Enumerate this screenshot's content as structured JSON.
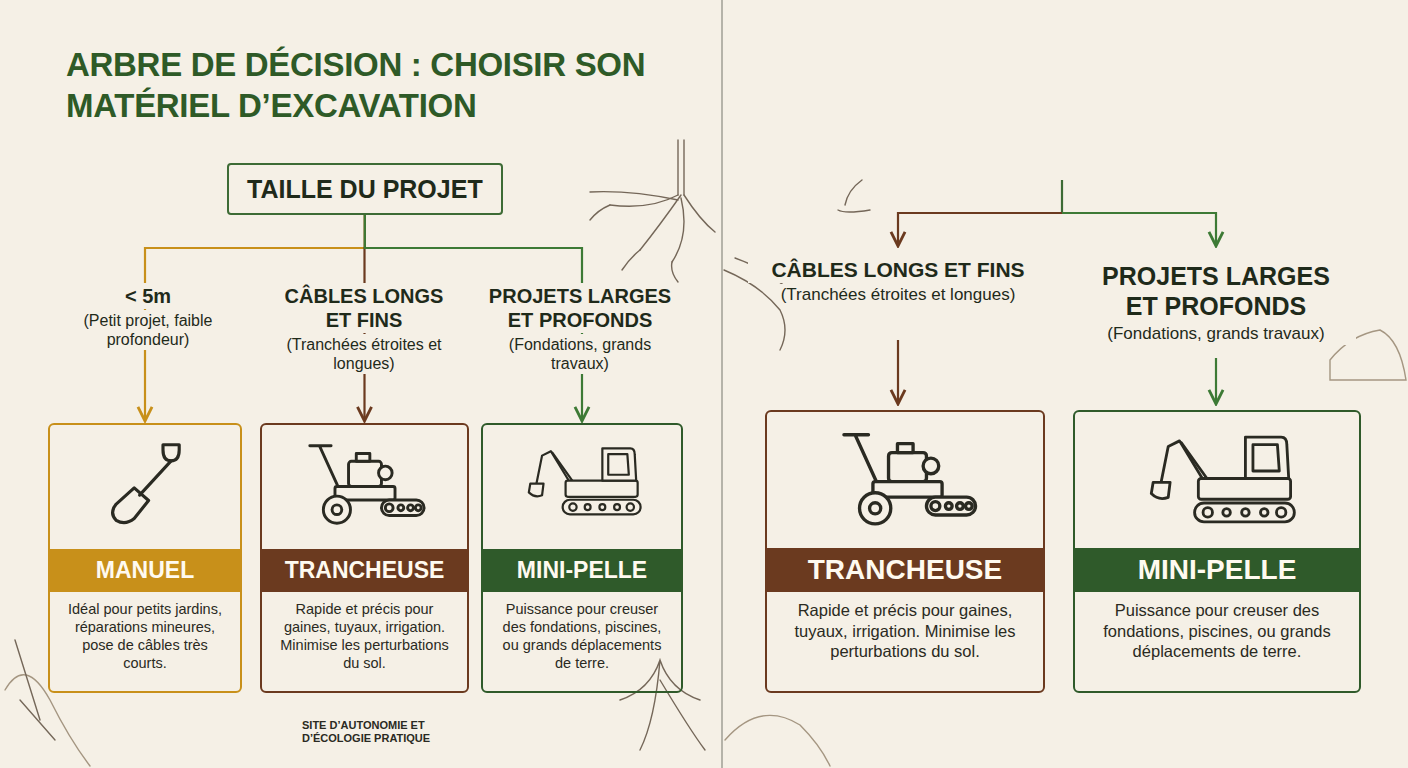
{
  "diagram": {
    "title": "ARBRE DE DÉCISION : CHOISIR SON MATÉRIEL D’EXCAVATION",
    "nodes": [
      {
        "text": [
          "TAILLE DU PROJET"
        ]
      },
      {
        "text": [
          "MANUEL",
          "Idéal pour petits jardins, réparations mineures, pose de câbles très courts."
        ]
      },
      {
        "text": [
          "TRANCHEUSE",
          "Rapide et précis pour gaines, tuyaux, irrigation. Minimise les perturbations du sol."
        ]
      },
      {
        "text": [
          "MINI-PELLE",
          "Puissance pour creuser des fondations, piscines, ou grands déplacements de terre."
        ]
      },
      {
        "text": [
          "TRANCHEUSE",
          "Rapide et précis pour gaines, tuyaux, irrigation. Minimise les perturbations du sol."
        ]
      },
      {
        "text": [
          "MINI-PELLE",
          "Puissance pour creuser des fondations, piscines, ou grands déplacements de terre."
        ]
      }
    ],
    "edges": [
      {
        "from": 0,
        "to": 1,
        "arrow": "to"
      },
      {
        "from": 0,
        "to": 2,
        "arrow": "to"
      },
      {
        "from": 0,
        "to": 3,
        "arrow": "to"
      }
    ],
    "labels": [
      "< 5m",
      "(Petit projet, faible profondeur)",
      "CÂBLES LONGS ET FINS",
      "(Tranchées étroites et longues)",
      "PROJETS LARGES ET PROFONDS",
      "(Fondations, grands travaux)",
      "CÂBLES LONGS ET FINS",
      "(Tranchées étroites et longues)",
      "PROJETS LARGES ET PROFONDS",
      "(Fondations, grands travaux)",
      "SITE D’AUTONOMIE ET D’ÉCOLOGIE PRATIQUE"
    ]
  }
}
